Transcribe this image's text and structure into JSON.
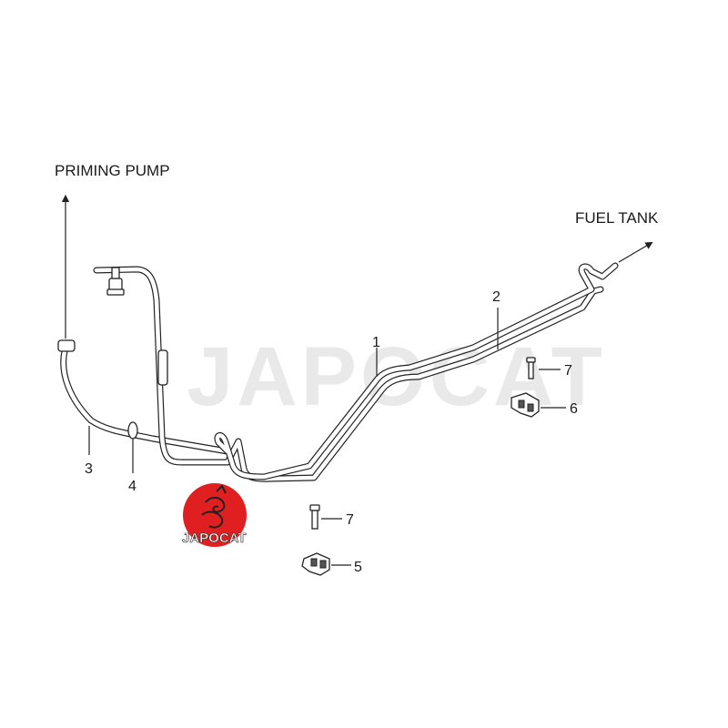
{
  "labels": {
    "priming_pump": "PRIMING PUMP",
    "fuel_tank": "FUEL TANK"
  },
  "callouts": {
    "c1": "1",
    "c2": "2",
    "c3": "3",
    "c4": "4",
    "c5": "5",
    "c6": "6",
    "c7a": "7",
    "c7b": "7"
  },
  "watermark": "JAPOCAT",
  "logo_text": "JAPOCAT",
  "colors": {
    "logo_red": "#e02020",
    "line": "#222222",
    "watermark": "#e9e9e9"
  }
}
